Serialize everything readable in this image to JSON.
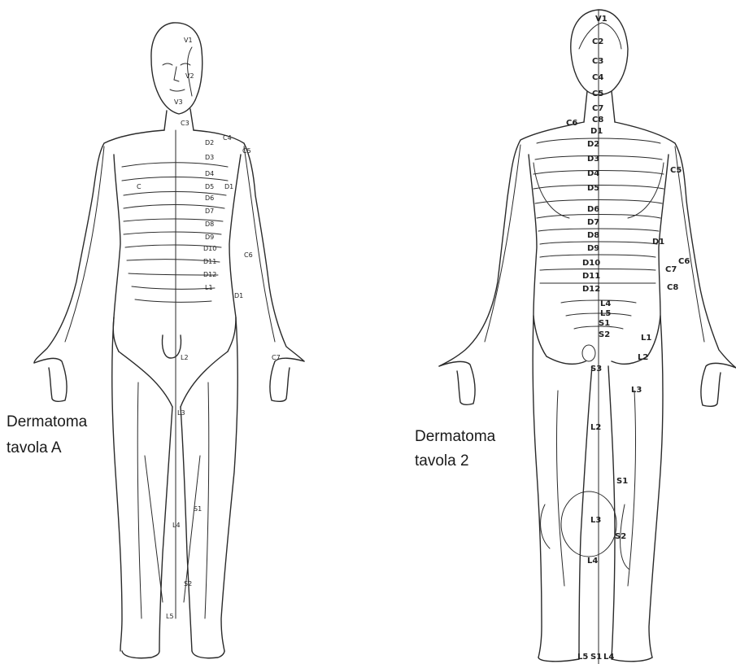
{
  "captions": {
    "front_line1": "Dermatoma",
    "front_line2": "tavola A",
    "back_line1": "Dermatoma",
    "back_line2": "tavola 2"
  },
  "front_labels": {
    "v1": "V1",
    "v2": "V2",
    "v3": "V3",
    "c3": "C3",
    "c4": "C4",
    "c5": "C5",
    "c6": "C6",
    "c7": "C7",
    "c_chest": "C",
    "d2": "D2",
    "d3": "D3",
    "d4": "D4",
    "d5": "D5",
    "d6": "D6",
    "d7": "D7",
    "d8": "D8",
    "d9": "D9",
    "d10": "D10",
    "d11": "D11",
    "d12": "D12",
    "d1_arm": "D1",
    "d1_shoulder": "D1",
    "l1": "L1",
    "l2": "L2",
    "l3": "L3",
    "l4": "L4",
    "l5": "L5",
    "s1": "S1",
    "s2": "S2"
  },
  "back_labels": {
    "v1": "V1",
    "c2": "C2",
    "c3": "C3",
    "c4": "C4",
    "c5": "C5",
    "c7": "C7",
    "c8": "C8",
    "c6": "C6",
    "c5_arm": "C5",
    "c6_arm": "C6",
    "c7_arm": "C7",
    "c8_arm": "C8",
    "d1": "D1",
    "d2": "D2",
    "d3": "D3",
    "d4": "D4",
    "d5": "D5",
    "d6": "D6",
    "d7": "D7",
    "d8": "D8",
    "d9": "D9",
    "d10": "D10",
    "d11": "D11",
    "d12": "D12",
    "d1_arm": "D1",
    "l4": "L4",
    "l5": "L5",
    "s1": "S1",
    "s2": "S2",
    "s3": "S3",
    "l1": "L1",
    "l2_hip": "L2",
    "l3_thigh": "L3",
    "l2_thigh": "L2",
    "s1_calf": "S1",
    "l3_calf": "L3",
    "s2_calf": "S2",
    "l4_calf": "L4",
    "l5_foot": "L5",
    "s1_foot": "S1",
    "l4_foot": "L4"
  }
}
